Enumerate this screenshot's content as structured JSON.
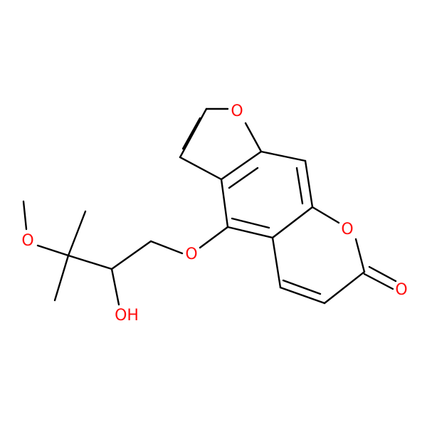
{
  "colors": {
    "bond": "#000000",
    "oxygen": "#ff0d0d",
    "background": "#ffffff"
  },
  "atoms": {
    "o_furan": "O",
    "o_lactone": "O",
    "o_carbonyl": "O",
    "o_ether": "O",
    "o_hydroxyl": "OH",
    "o_methoxy": "O"
  }
}
